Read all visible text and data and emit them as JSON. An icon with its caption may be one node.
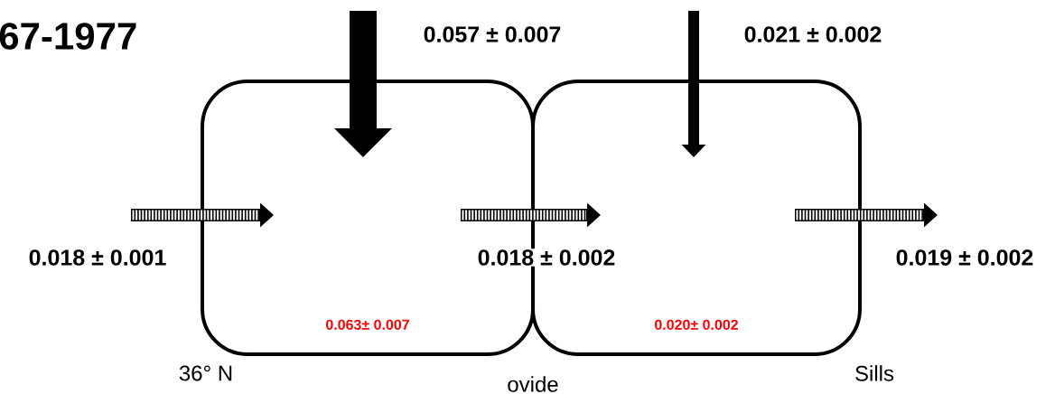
{
  "diagram": {
    "title": "67-1977",
    "nodes": [
      {
        "text": [
          "0.063± 0.007"
        ]
      },
      {
        "text": [
          "0.020± 0.002"
        ]
      }
    ],
    "edges": [
      {
        "from": null,
        "to": 0,
        "arrow": "to",
        "label": "0.057 ± 0.007",
        "style": "thick"
      },
      {
        "from": null,
        "to": 1,
        "arrow": "to",
        "label": "0.021 ± 0.002"
      },
      {
        "from": null,
        "to": 0,
        "arrow": "to",
        "label": "0.018 ± 0.001"
      },
      {
        "from": 0,
        "to": 1,
        "arrow": "to",
        "label": "0.018 ± 0.002"
      },
      {
        "from": 1,
        "to": null,
        "arrow": "to",
        "label": "0.019 ± 0.002"
      }
    ],
    "labels": [
      "36° N",
      "ovide",
      "Sills"
    ]
  }
}
